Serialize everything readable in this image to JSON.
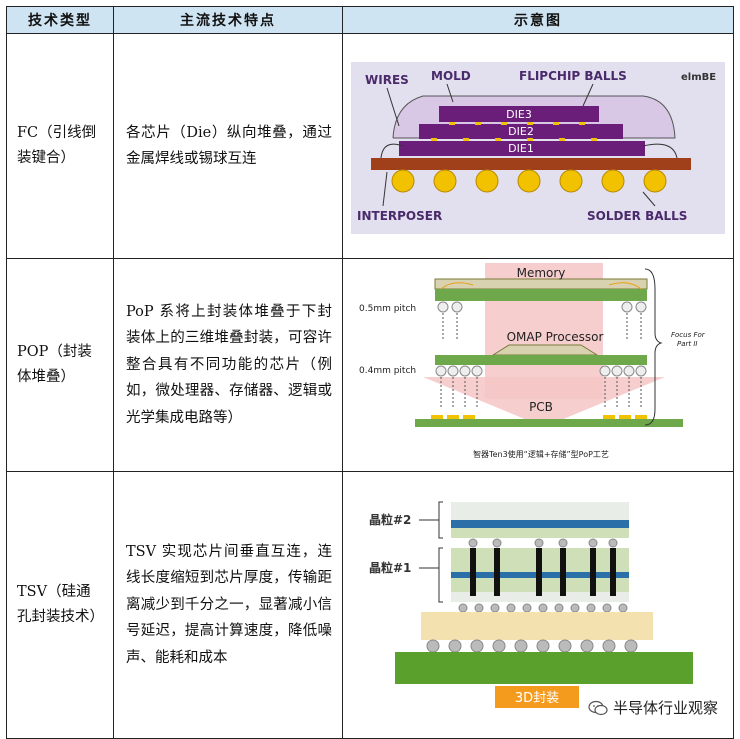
{
  "header": {
    "col1": "技术类型",
    "col2": "主流技术特点",
    "col3": "示意图"
  },
  "rows": [
    {
      "type": "FC（引线倒装键合）",
      "desc": "各芯片（Die）纵向堆叠，通过金属焊线或锡球互连",
      "diagram": {
        "wires": "WIRES",
        "mold": "MOLD",
        "flipchip": "FLIPCHIP BALLS",
        "brand": "elmBE",
        "die3": "DIE3",
        "die2": "DIE2",
        "die1": "DIE1",
        "interposer": "INTERPOSER",
        "solder": "SOLDER BALLS"
      }
    },
    {
      "type": "POP（封装体堆叠）",
      "desc": "PoP 系将上封装体堆叠于下封装体上的三维堆叠封装，可容许整合具有不同功能的芯片（例如，微处理器、存储器、逻辑或光学集成电路等）",
      "diagram": {
        "memory": "Memory",
        "pitch1": "0.5mm pitch",
        "omap": "OMAP Processor",
        "pitch2": "0.4mm pitch",
        "pcb": "PCB",
        "focus1": "Focus For",
        "focus2": "Part II",
        "caption": "智器Ten3使用“逻辑+存储”型PoP工艺"
      }
    },
    {
      "type": "TSV（硅通孔封装技术）",
      "desc": "TSV 实现芯片间垂直互连，连线长度缩短到芯片厚度，传输距离减少到千分之一，显著减小信号延迟，提高计算速度，降低噪声、能耗和成本",
      "diagram": {
        "grain2": "晶粒#2",
        "grain1": "晶粒#1",
        "label3d": "3D封装"
      }
    }
  ],
  "watermark": {
    "text": "半导体行业观察",
    "icon": "wechat-icon"
  },
  "colors": {
    "header_bg": "#cfe4f3",
    "die": "#6b1d7a",
    "ball": "#f2c200",
    "interposer": "#a0401a",
    "pcb_green": "#5aa02c",
    "orange": "#f49a1c"
  }
}
